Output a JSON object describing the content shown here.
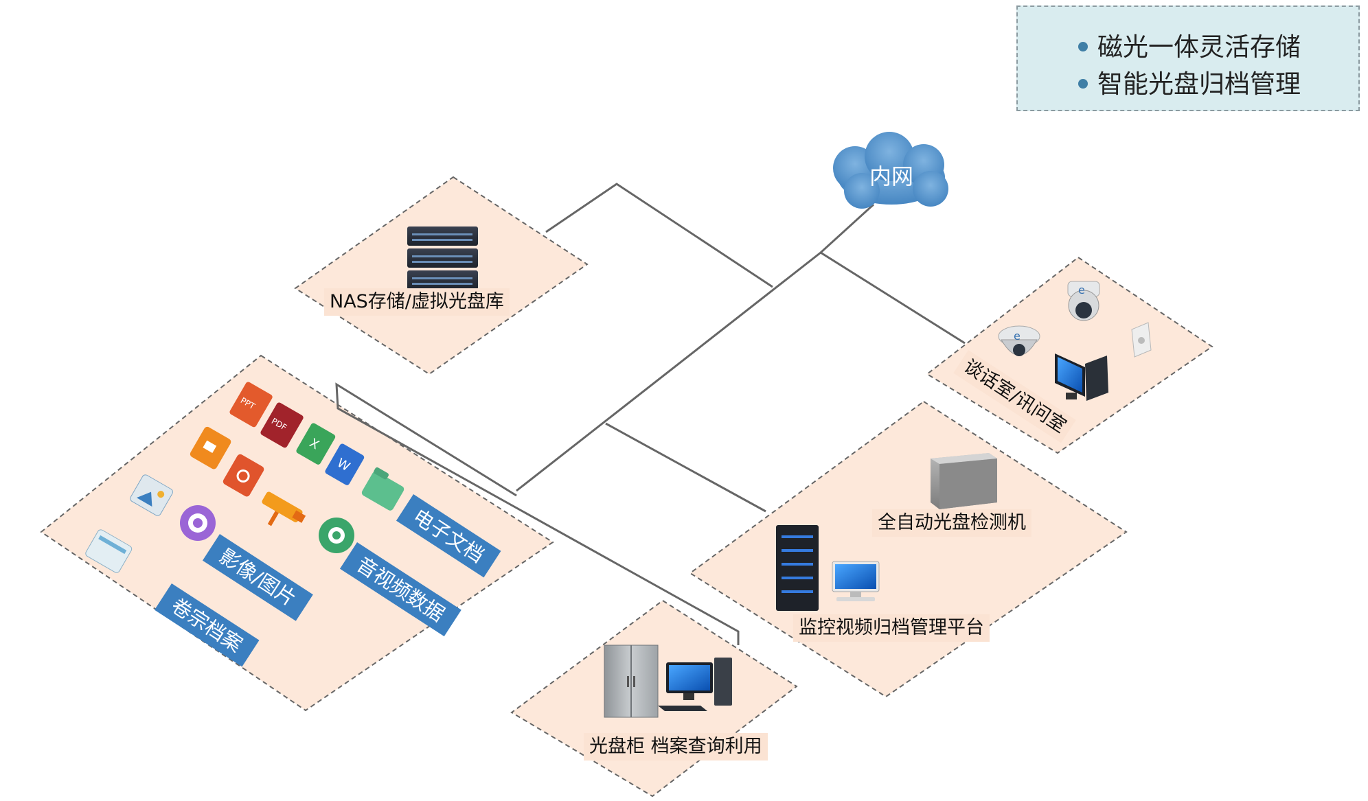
{
  "legend": {
    "items": [
      "磁光一体灵活存储",
      "智能光盘归档管理"
    ]
  },
  "network": {
    "cloud_label": "内网"
  },
  "zones": {
    "nas": {
      "label": "NAS存储/虚拟光盘库"
    },
    "interview": {
      "label": "谈话室/讯问室"
    },
    "monitor": {
      "label_detector": "全自动光盘检测机",
      "label_platform": "监控视频归档管理平台"
    },
    "cabinet": {
      "label": "光盘柜  档案查询利用"
    },
    "files": {
      "tags": [
        "电子文档",
        "音视频数据",
        "影像/图片",
        "卷宗档案"
      ],
      "file_icons": {
        "ppt": "PPT",
        "pdf": "PDF",
        "excel": "X",
        "word": "W"
      }
    }
  },
  "colors": {
    "zone_fill": "#fde8da",
    "zone_border": "#666666",
    "tag_blue": "#3b7fc0",
    "cloud_blue": "#4a8fca",
    "line_gray": "#666666",
    "legend_bg": "#d9ecef"
  }
}
